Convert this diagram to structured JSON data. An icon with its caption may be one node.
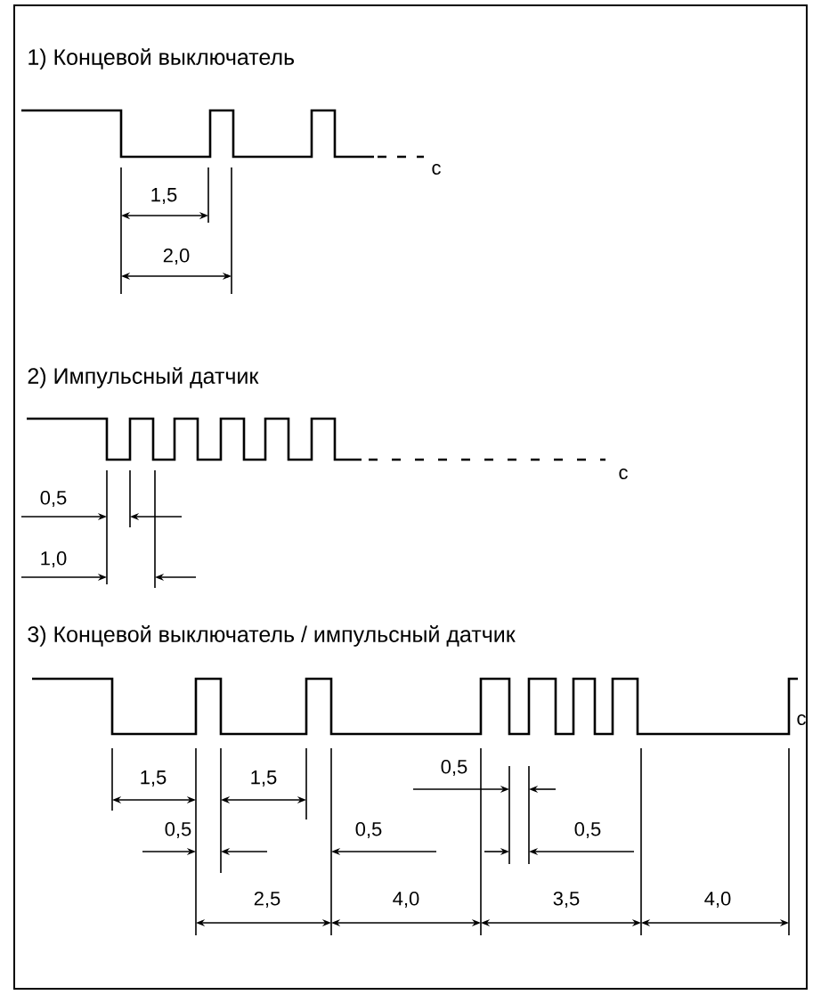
{
  "diagram": {
    "labels": [
      "1) Концевой выключатель",
      "1,5",
      "2,0",
      "c",
      "2) Импульсный датчик",
      "c",
      "0,5",
      "1,0",
      "3) Концевой выключатель / импульсный датчик",
      "1,5",
      "1,5",
      "0,5",
      "c",
      "0,5",
      "0,5",
      "0,5",
      "2,5",
      "4,0",
      "3,5",
      "4,0"
    ]
  }
}
